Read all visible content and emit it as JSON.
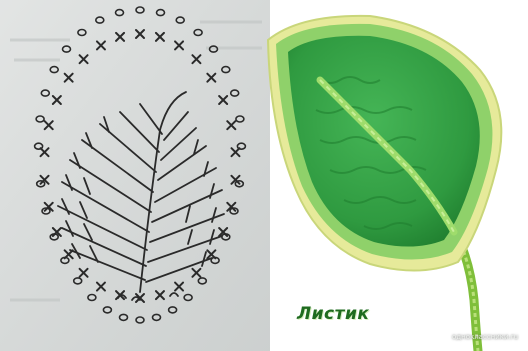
{
  "caption": "Листик",
  "watermark_text": "одноклассники.ru",
  "colors": {
    "paper": "#d9dcdb",
    "ink": "#2a2a2a",
    "leaf_dark": "#1f7d2e",
    "leaf_mid": "#3aa34a",
    "leaf_light": "#8fd16a",
    "edge_yellow": "#e6ea9a",
    "stem": "#9ccf5a"
  },
  "icons": [
    "chain-stitch-symbol",
    "single-crochet-symbol",
    "double-crochet-symbol"
  ]
}
